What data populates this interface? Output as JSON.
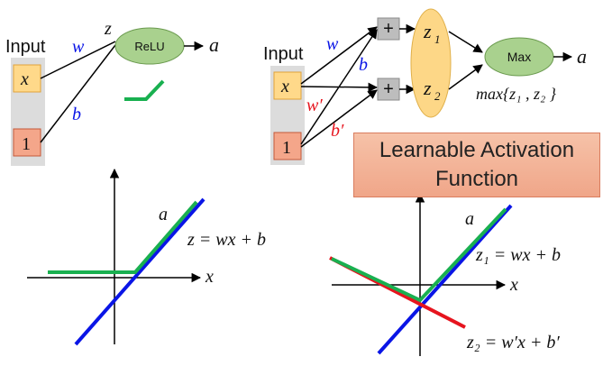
{
  "left_network": {
    "input_label": "Input",
    "input_x": "x",
    "input_one": "1",
    "weight_w": "w",
    "bias_b": "b",
    "node_z": "z",
    "relu_label": "ReLU",
    "output_a": "a"
  },
  "right_network": {
    "input_label": "Input",
    "input_x": "x",
    "input_one": "1",
    "weight_w": "w",
    "bias_b": "b",
    "weight_w_prime": "w′",
    "bias_b_prime": "b′",
    "plus_1": "+",
    "plus_2": "+",
    "z1_base": "z",
    "z1_sub": "1",
    "z2_base": "z",
    "z2_sub": "2",
    "max_label": "Max",
    "output_a": "a",
    "max_expr": "max{z₁ , z₂ }"
  },
  "callout": {
    "line1": "Learnable Activation",
    "line2": "Function"
  },
  "left_plot": {
    "a_label": "a",
    "equation": "z = wx + b",
    "x_axis_label": "x"
  },
  "right_plot": {
    "a_label": "a",
    "eq1": "z₁ = wx + b",
    "eq2": "z₂ = w′x + b′",
    "x_axis_label": "x"
  },
  "colors": {
    "input_fill": "#ffd98a",
    "one_fill": "#f4a68a",
    "node_fill": "#a9d18e",
    "z_fill": "#fdd787",
    "blue": "#0a15e6",
    "green": "#19b050",
    "red": "#e6141e"
  }
}
